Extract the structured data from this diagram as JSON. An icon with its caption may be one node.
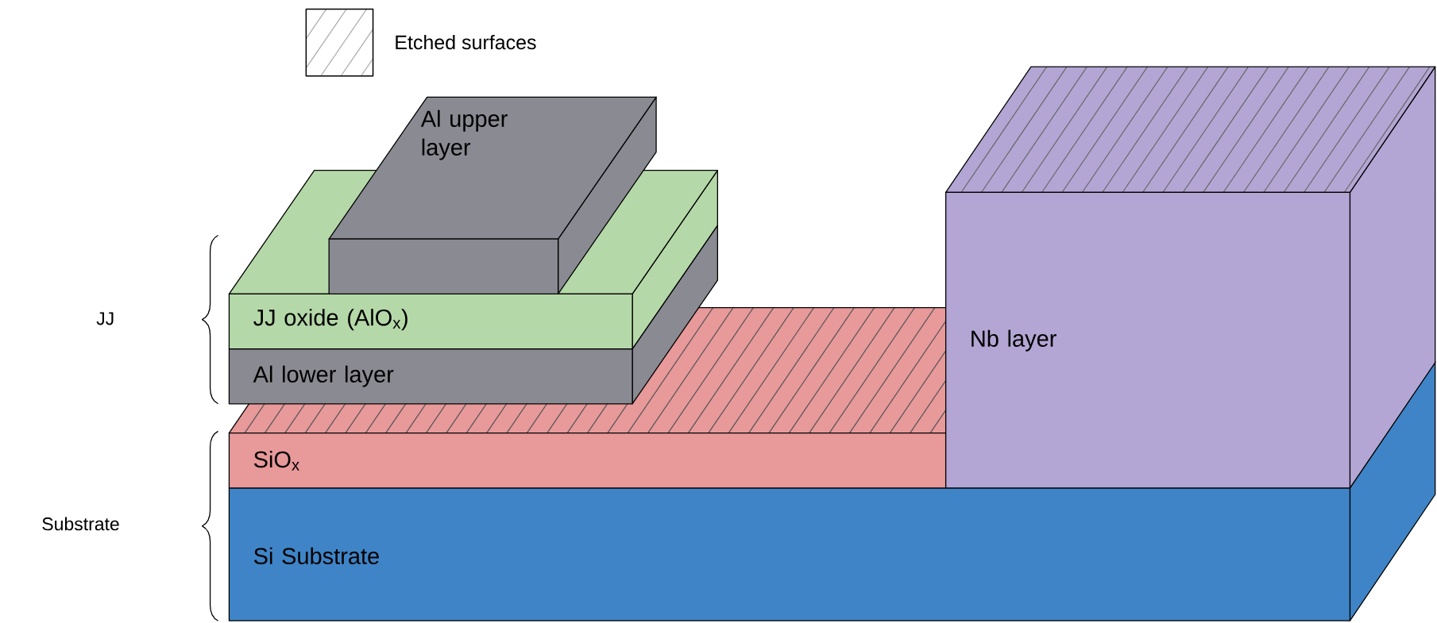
{
  "diagram": {
    "nodes": [
      {
        "text": [
          "Al upper layer"
        ]
      },
      {
        "text": [
          "JJ oxide (AlO$_{x}$)"
        ]
      },
      {
        "text": [
          "Al lower layer"
        ]
      },
      {
        "text": [
          "SiO$_{x}$"
        ]
      },
      {
        "text": [
          "Si Substrate"
        ]
      },
      {
        "text": [
          "Nb layer"
        ]
      }
    ],
    "labels": [
      "JJ",
      "Substrate"
    ],
    "legend": [
      {
        "text": "Etched surfaces"
      }
    ]
  }
}
